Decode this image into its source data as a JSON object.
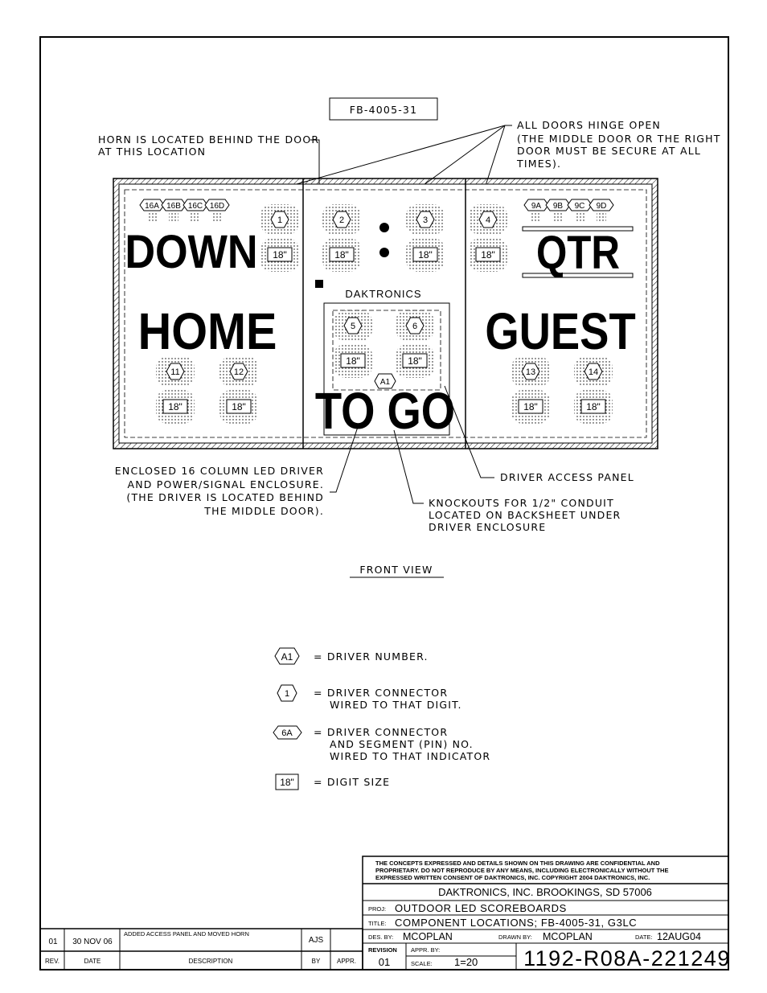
{
  "drawing_id": "FB-4005-31",
  "notes": {
    "horn": [
      "HORN IS LOCATED BEHIND THE DOOR",
      "AT THIS LOCATION"
    ],
    "doors": [
      "ALL DOORS HINGE OPEN",
      "(THE MIDDLE DOOR OR THE RIGHT",
      "DOOR MUST BE SECURE AT ALL",
      "TIMES)."
    ],
    "driver_enclosure": [
      "ENCLOSED 16 COLUMN LED DRIVER",
      "AND POWER/SIGNAL ENCLOSURE.",
      "(THE DRIVER IS LOCATED BEHIND",
      "THE MIDDLE DOOR)."
    ],
    "access_panel": "DRIVER ACCESS PANEL",
    "knockouts": [
      "KNOCKOUTS FOR 1/2\" CONDUIT",
      "LOCATED ON BACKSHEET UNDER",
      "DRIVER ENCLOSURE"
    ]
  },
  "board": {
    "brand": "DAKTRONICS",
    "captions": {
      "down": "DOWN",
      "home": "HOME",
      "qtr": "QTR",
      "guest": "GUEST",
      "to_go": "TO GO"
    },
    "digit_size": "18\"",
    "digits": [
      "1",
      "2",
      "3",
      "4",
      "5",
      "6",
      "11",
      "12",
      "13",
      "14"
    ],
    "indicators_left": [
      "16A",
      "16B",
      "16C",
      "16D"
    ],
    "indicators_right": [
      "9A",
      "9B",
      "9C",
      "9D"
    ],
    "driver": "A1"
  },
  "view_label": "FRONT VIEW",
  "legend": [
    {
      "symbol": "A1",
      "lines": [
        "=  DRIVER NUMBER."
      ]
    },
    {
      "symbol": "1",
      "lines": [
        "=  DRIVER CONNECTOR",
        "WIRED TO THAT DIGIT."
      ]
    },
    {
      "symbol": "6A",
      "lines": [
        "=  DRIVER CONNECTOR",
        "AND SEGMENT (PIN) NO.",
        "WIRED TO THAT INDICATOR"
      ]
    },
    {
      "symbol": "18\"",
      "lines": [
        "=  DIGIT SIZE"
      ]
    }
  ],
  "title_block": {
    "confidential": [
      "THE CONCEPTS EXPRESSED AND DETAILS SHOWN ON THIS DRAWING ARE CONFIDENTIAL AND",
      "PROPRIETARY.  DO NOT REPRODUCE BY ANY MEANS, INCLUDING ELECTRONICALLY WITHOUT THE",
      "EXPRESSED WRITTEN CONSENT OF DAKTRONICS, INC.          COPYRIGHT 2004 DAKTRONICS, INC."
    ],
    "company": "DAKTRONICS, INC.   BROOKINGS, SD  57006",
    "proj_label": "PROJ:",
    "proj": "OUTDOOR LED SCOREBOARDS",
    "title_label": "TITLE:",
    "title": "COMPONENT LOCATIONS; FB-4005-31, G3LC",
    "des_label": "DES. BY:",
    "des_by": "MCOPLAN",
    "drawn_label": "DRAWN BY:",
    "drawn_by": "MCOPLAN",
    "date_label": "DATE:",
    "date": "12AUG04",
    "revision_label": "REVISION",
    "revision": "01",
    "appr_label": "APPR. BY:",
    "appr_by": "",
    "scale_label": "SCALE:",
    "scale": "1=20",
    "drawing_number": "1192-R08A-221249"
  },
  "revision_table": {
    "headers": [
      "REV.",
      "DATE",
      "DESCRIPTION",
      "BY",
      "APPR."
    ],
    "rows": [
      {
        "rev": "01",
        "date": "30 NOV 06",
        "description": "ADDED ACCESS PANEL AND MOVED HORN",
        "by": "AJS",
        "appr": ""
      }
    ]
  }
}
